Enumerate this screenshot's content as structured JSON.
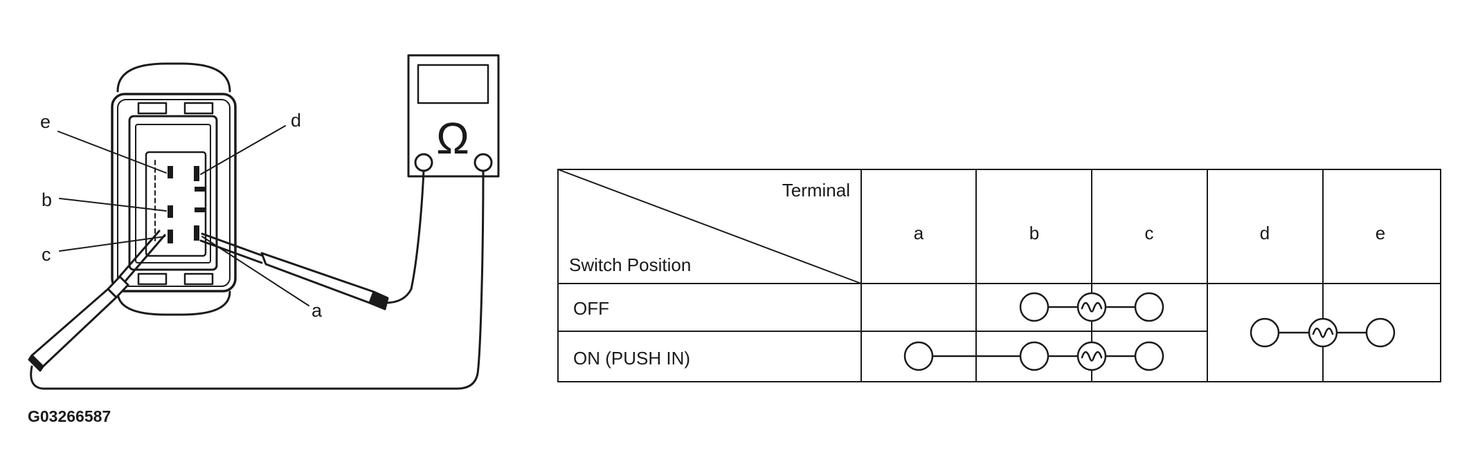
{
  "figure_id": "G03266587",
  "terminal_labels": {
    "a": "a",
    "b": "b",
    "c": "c",
    "d": "d",
    "e": "e"
  },
  "meter": {
    "symbol_icon": "ohm-icon",
    "symbol": "Ω"
  },
  "table": {
    "corner_top": "Terminal",
    "corner_bottom": "Switch Position",
    "columns": [
      "a",
      "b",
      "c",
      "d",
      "e"
    ],
    "rows": [
      "OFF",
      "ON (PUSH IN)"
    ]
  }
}
